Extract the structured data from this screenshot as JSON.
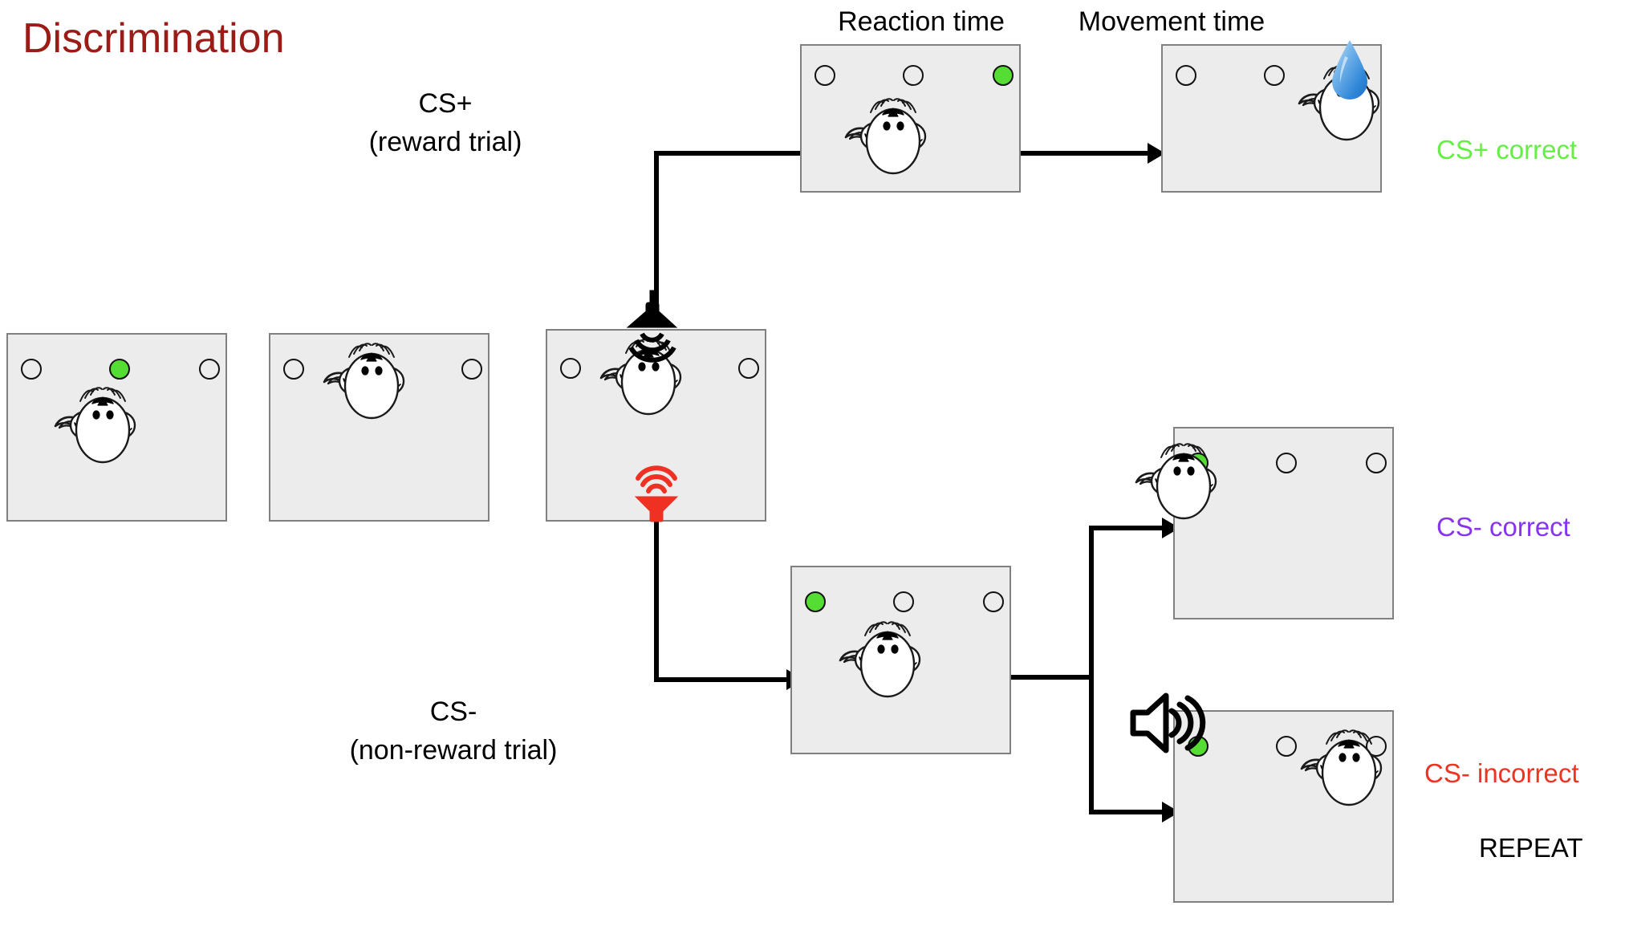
{
  "title": {
    "text": "Discrimination",
    "color": "#9B1C17"
  },
  "colors": {
    "box_fill": "#ececec",
    "box_border": "#808080",
    "port_on": "#55dd33",
    "cue_black": "#000000",
    "cue_red": "#ef3124",
    "reward_drop": "#3f93e0",
    "cs_plus_correct": "#66ee44",
    "cs_minus_correct": "#8833ee",
    "cs_minus_incorrect": "#ee3322",
    "repeat": "#000000"
  },
  "stage_labels": {
    "reaction_time": "Reaction time",
    "movement_time": "Movement time"
  },
  "cue_labels": {
    "cs_plus_line1": "CS+",
    "cs_plus_line2": "(reward trial)",
    "cs_minus_line1": "CS-",
    "cs_minus_line2": "(non-reward trial)"
  },
  "outcome_labels": {
    "cs_plus_correct": "CS+ correct",
    "cs_minus_correct": "CS- correct",
    "cs_minus_incorrect": "CS- incorrect",
    "repeat": "REPEAT"
  },
  "icons": {
    "speaker_black": "horn-speaker-down-icon",
    "speaker_red": "horn-speaker-up-icon",
    "speaker_outline": "loudspeaker-icon",
    "water_drop": "water-drop-icon",
    "mouse": "mouse-top-view-icon"
  },
  "panels": [
    {
      "id": "panel-initiation-cue",
      "name": "initiation-cue-panel",
      "ports": [
        {
          "position": "left",
          "state": "off"
        },
        {
          "position": "center",
          "state": "on"
        },
        {
          "position": "right",
          "state": "off"
        }
      ],
      "mouse_position": "center-bottom",
      "has_cue_speaker": false,
      "has_reward": false
    },
    {
      "id": "panel-initiation-poke",
      "name": "initiation-poke-panel",
      "ports": [
        {
          "position": "left",
          "state": "off"
        },
        {
          "position": "center",
          "state": "on"
        },
        {
          "position": "right",
          "state": "off"
        }
      ],
      "mouse_position": "center-port",
      "has_cue_speaker": false,
      "has_reward": false
    },
    {
      "id": "panel-tone-presentation",
      "name": "tone-presentation-panel",
      "ports": [
        {
          "position": "left",
          "state": "off"
        },
        {
          "position": "right",
          "state": "off"
        }
      ],
      "mouse_position": "center-port",
      "has_cue_speaker": true,
      "has_reward": false
    },
    {
      "id": "panel-reaction-time",
      "name": "reaction-time-panel",
      "ports": [
        {
          "position": "left",
          "state": "off"
        },
        {
          "position": "center",
          "state": "off"
        },
        {
          "position": "right",
          "state": "on"
        }
      ],
      "mouse_position": "center-bottom",
      "has_cue_speaker": false,
      "has_reward": false
    },
    {
      "id": "panel-movement-time",
      "name": "movement-time-panel",
      "ports": [
        {
          "position": "left",
          "state": "off"
        },
        {
          "position": "center",
          "state": "off"
        }
      ],
      "mouse_position": "right-port",
      "has_cue_speaker": false,
      "has_reward": true
    },
    {
      "id": "panel-cs-minus-choice",
      "name": "cs-minus-choice-panel",
      "ports": [
        {
          "position": "left",
          "state": "on"
        },
        {
          "position": "center",
          "state": "off"
        },
        {
          "position": "right",
          "state": "off"
        }
      ],
      "mouse_position": "center-bottom",
      "has_cue_speaker": false,
      "has_reward": false
    },
    {
      "id": "panel-cs-minus-correct",
      "name": "cs-minus-correct-panel",
      "ports": [
        {
          "position": "left",
          "state": "on"
        },
        {
          "position": "center",
          "state": "off"
        },
        {
          "position": "right",
          "state": "off"
        }
      ],
      "mouse_position": "left-port",
      "has_cue_speaker": false,
      "has_reward": false
    },
    {
      "id": "panel-cs-minus-incorrect",
      "name": "cs-minus-incorrect-panel",
      "ports": [
        {
          "position": "left",
          "state": "on"
        },
        {
          "position": "center",
          "state": "off"
        },
        {
          "position": "right",
          "state": "off"
        }
      ],
      "mouse_position": "right-port",
      "has_cue_speaker": true,
      "has_reward": false
    }
  ]
}
